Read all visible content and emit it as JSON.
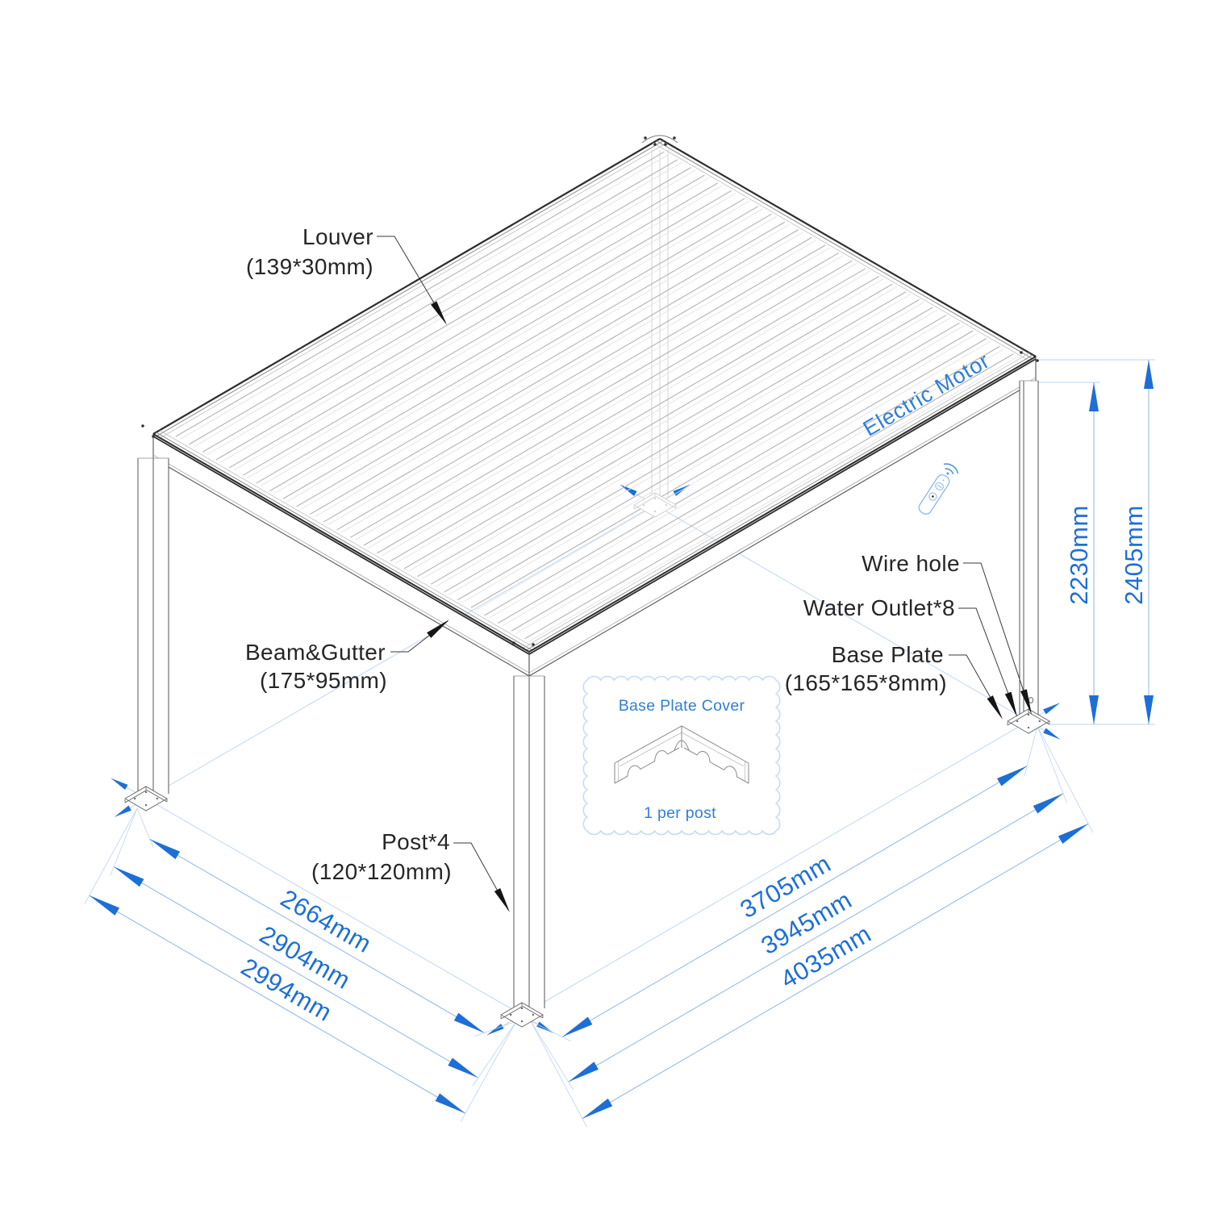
{
  "labels": {
    "louver_name": "Louver",
    "louver_size": "(139*30mm)",
    "beam_name": "Beam&Gutter",
    "beam_size": "(175*95mm)",
    "post_name": "Post*4",
    "post_size": "(120*120mm)",
    "wire_hole": "Wire hole",
    "water_outlet": "Water Outlet*8",
    "base_plate_name": "Base Plate",
    "base_plate_size": "(165*165*8mm)",
    "electric_motor": "Electric Motor"
  },
  "dimensions": {
    "height_inner": "2230mm",
    "height_total": "2405mm",
    "width_inner": "2664mm",
    "width_posts": "2904mm",
    "width_total": "2994mm",
    "length_inner": "3705mm",
    "length_posts": "3945mm",
    "length_total": "4035mm"
  },
  "callout": {
    "title": "Base Plate Cover",
    "caption": "1 per post"
  },
  "colors": {
    "dimension_blue": "#1d6fd6",
    "line_blue": "#8fb6e6",
    "faint_blue": "#b9d4f0",
    "cloud_blue": "#c5dcf4",
    "remote_blue": "#93bbe9",
    "wifi_blue": "#5d9ad8",
    "label_black": "#262626",
    "structure_dark": "#2d2d2d",
    "structure_mid": "#555555",
    "louver_gray": "#b2b2b2"
  }
}
